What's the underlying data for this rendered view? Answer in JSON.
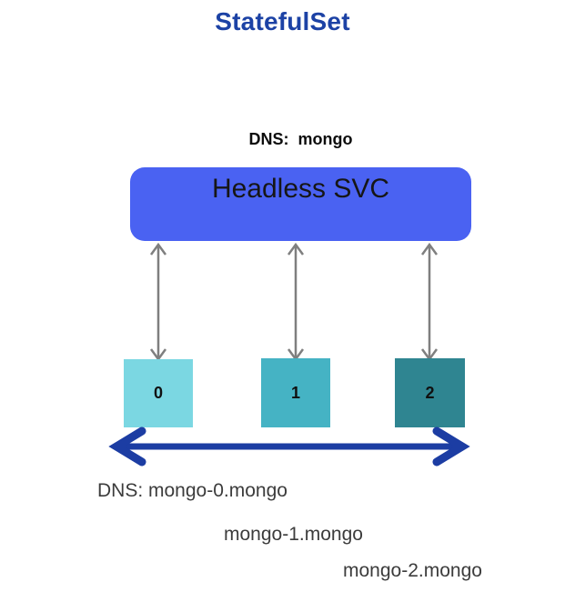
{
  "title": "StatefulSet",
  "dns_heading": "DNS:  mongo",
  "service": {
    "label": "Headless SVC",
    "color": "#4a62f2"
  },
  "pods": [
    {
      "label": "0",
      "color": "#7bd7e2"
    },
    {
      "label": "1",
      "color": "#45b3c4"
    },
    {
      "label": "2",
      "color": "#2f8591"
    }
  ],
  "dns_records": [
    "DNS: mongo-0.mongo",
    "mongo-1.mongo",
    "mongo-2.mongo"
  ],
  "colors": {
    "title": "#1c42a5",
    "connector": "#7f7f7f",
    "scale_arrow": "#1c3da3",
    "record_text": "#3c3c3c"
  }
}
